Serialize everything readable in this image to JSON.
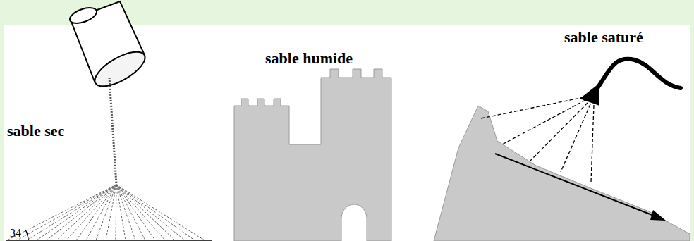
{
  "diagram": {
    "labels": [
      "sable sec",
      "sable humide",
      "sable saturé",
      "34"
    ]
  }
}
